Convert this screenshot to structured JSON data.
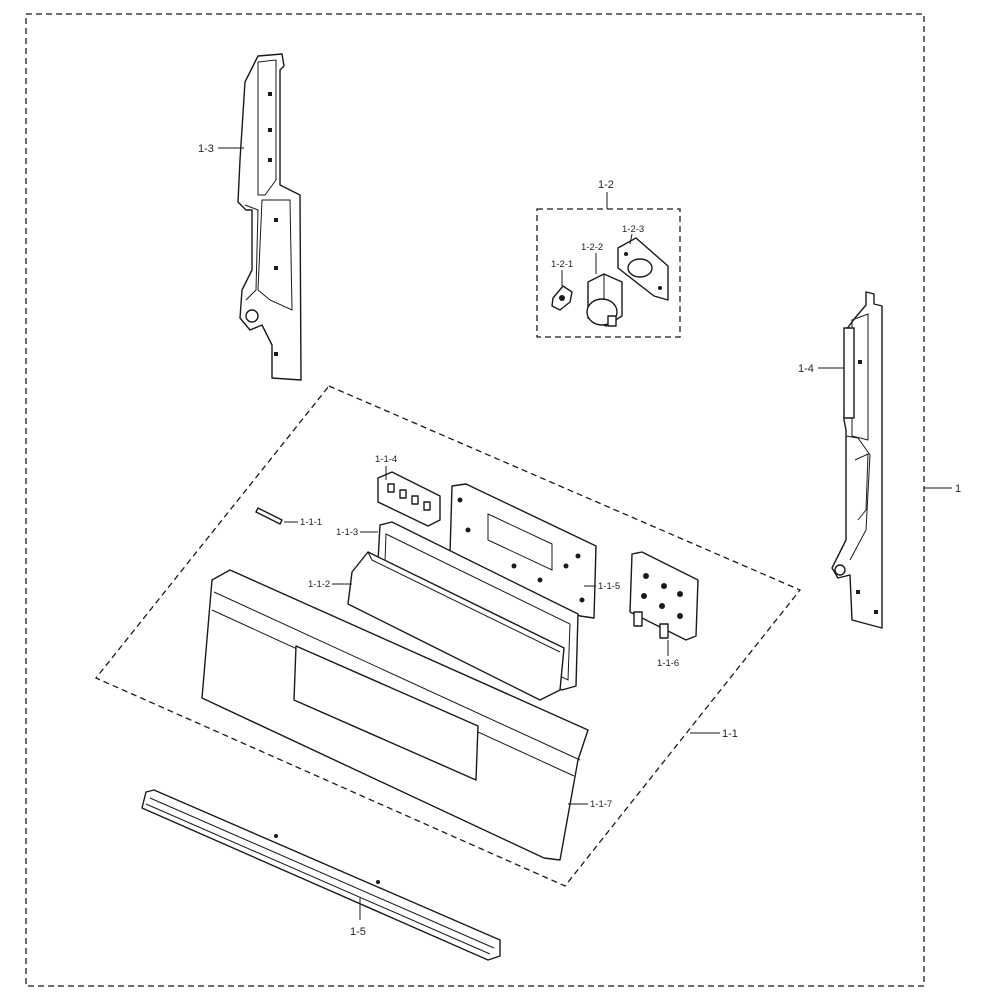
{
  "diagram": {
    "labels": {
      "assembly": "1",
      "panel_assembly": "1-1",
      "wire": "1-1-1",
      "glass": "1-1-2",
      "frame": "1-1-3",
      "connector": "1-1-4",
      "control_board": "1-1-5",
      "sub_board": "1-1-6",
      "panel": "1-1-7",
      "knob_group": "1-2",
      "knob": "1-2-1",
      "encoder": "1-2-2",
      "knob_bracket": "1-2-3",
      "left_bracket": "1-3",
      "right_bracket": "1-4",
      "trim_strip": "1-5"
    }
  }
}
